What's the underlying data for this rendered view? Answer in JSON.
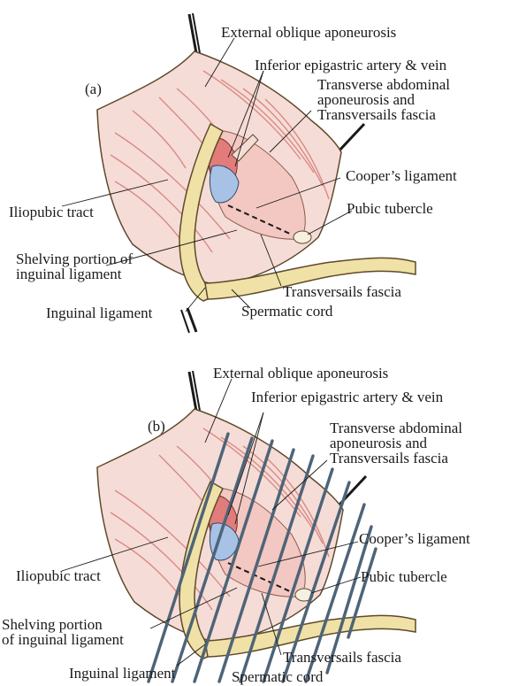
{
  "colors": {
    "skin": "#f6dcd6",
    "muscle_red": "#e27c7a",
    "ligament": "#f0e1a6",
    "ligament_outline": "#5e4a2c",
    "vein_blue": "#a7c2e5",
    "suture": "#4e6478",
    "line": "#1a1a1a"
  },
  "panel_a": {
    "tag": "(a)",
    "labels": {
      "external_oblique": "External oblique aponeurosis",
      "inferior_epigastric": "Inferior epigastric artery & vein",
      "transverse_1": "Transverse abdominal",
      "transverse_2": "aponeurosis and",
      "transverse_3": "Transversails fascia",
      "coopers": "Cooper’s  ligament",
      "iliopubic": "Iliopubic tract",
      "pubic_tubercle": "Pubic tubercle",
      "shelving_1": "Shelving portion of",
      "shelving_2": "inguinal ligament",
      "transversalis_fascia": "Transversails fascia",
      "inguinal_ligament": "Inguinal ligament",
      "spermatic_cord": "Spermatic cord"
    }
  },
  "panel_b": {
    "tag": "(b)",
    "labels": {
      "external_oblique": "External oblique aponeurosis",
      "inferior_epigastric": "Inferior epigastric artery & vein",
      "transverse_1": "Transverse abdominal",
      "transverse_2": "aponeurosis and",
      "transverse_3": "Transversails fascia",
      "coopers": "Cooper’s  ligament",
      "iliopubic": "Iliopubic tract",
      "pubic_tubercle": "Pubic tubercle",
      "shelving_1": "Shelving portion",
      "shelving_2": "of inguinal ligament",
      "transversalis_fascia": "Transversails fascia",
      "inguinal_ligament": "Inguinal ligament",
      "spermatic_cord": "Spermatic cord"
    }
  }
}
